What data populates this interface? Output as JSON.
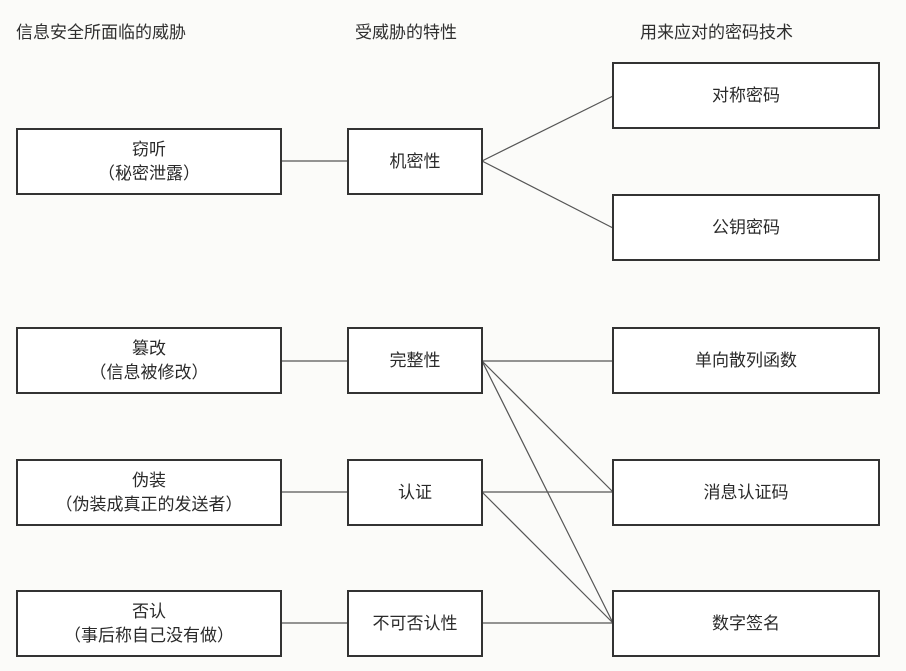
{
  "headers": {
    "threats": "信息安全所面临的威胁",
    "properties": "受威胁的特性",
    "techniques": "用来应对的密码技术"
  },
  "threats": [
    {
      "title": "窃听",
      "detail": "（秘密泄露）"
    },
    {
      "title": "篡改",
      "detail": "（信息被修改）"
    },
    {
      "title": "伪装",
      "detail": "（伪装成真正的发送者）"
    },
    {
      "title": "否认",
      "detail": "（事后称自己没有做）"
    }
  ],
  "properties": [
    {
      "label": "机密性"
    },
    {
      "label": "完整性"
    },
    {
      "label": "认证"
    },
    {
      "label": "不可否认性"
    }
  ],
  "techniques": [
    {
      "label": "对称密码"
    },
    {
      "label": "公钥密码"
    },
    {
      "label": "单向散列函数"
    },
    {
      "label": "消息认证码"
    },
    {
      "label": "数字签名"
    }
  ]
}
